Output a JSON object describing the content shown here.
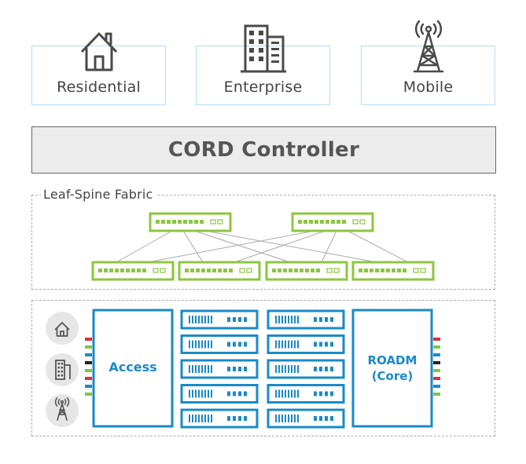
{
  "services": [
    {
      "label": "Residential",
      "icon": "house-icon"
    },
    {
      "label": "Enterprise",
      "icon": "building-icon"
    },
    {
      "label": "Mobile",
      "icon": "cell-tower-icon"
    }
  ],
  "controller": {
    "label": "CORD Controller"
  },
  "fabric": {
    "label": "Leaf-Spine Fabric",
    "spine_count": 2,
    "leaf_count": 4
  },
  "pod": {
    "access_label": "Access",
    "roadm_label": [
      "ROADM",
      "(Core)"
    ],
    "server_columns": 2,
    "servers_per_column": 5,
    "client_icons": [
      "house-icon",
      "building-icon",
      "cell-tower-icon"
    ]
  },
  "colors": {
    "switch_green": "#8dc63f",
    "pod_blue": "#1a8ac8",
    "service_border": "#b5dff0",
    "controller_fill": "#ececec",
    "port_colors": [
      "#e03131",
      "#7ac943",
      "#1a8ac8",
      "#222222",
      "#7ac943",
      "#e03131",
      "#1a8ac8",
      "#7ac943"
    ]
  }
}
